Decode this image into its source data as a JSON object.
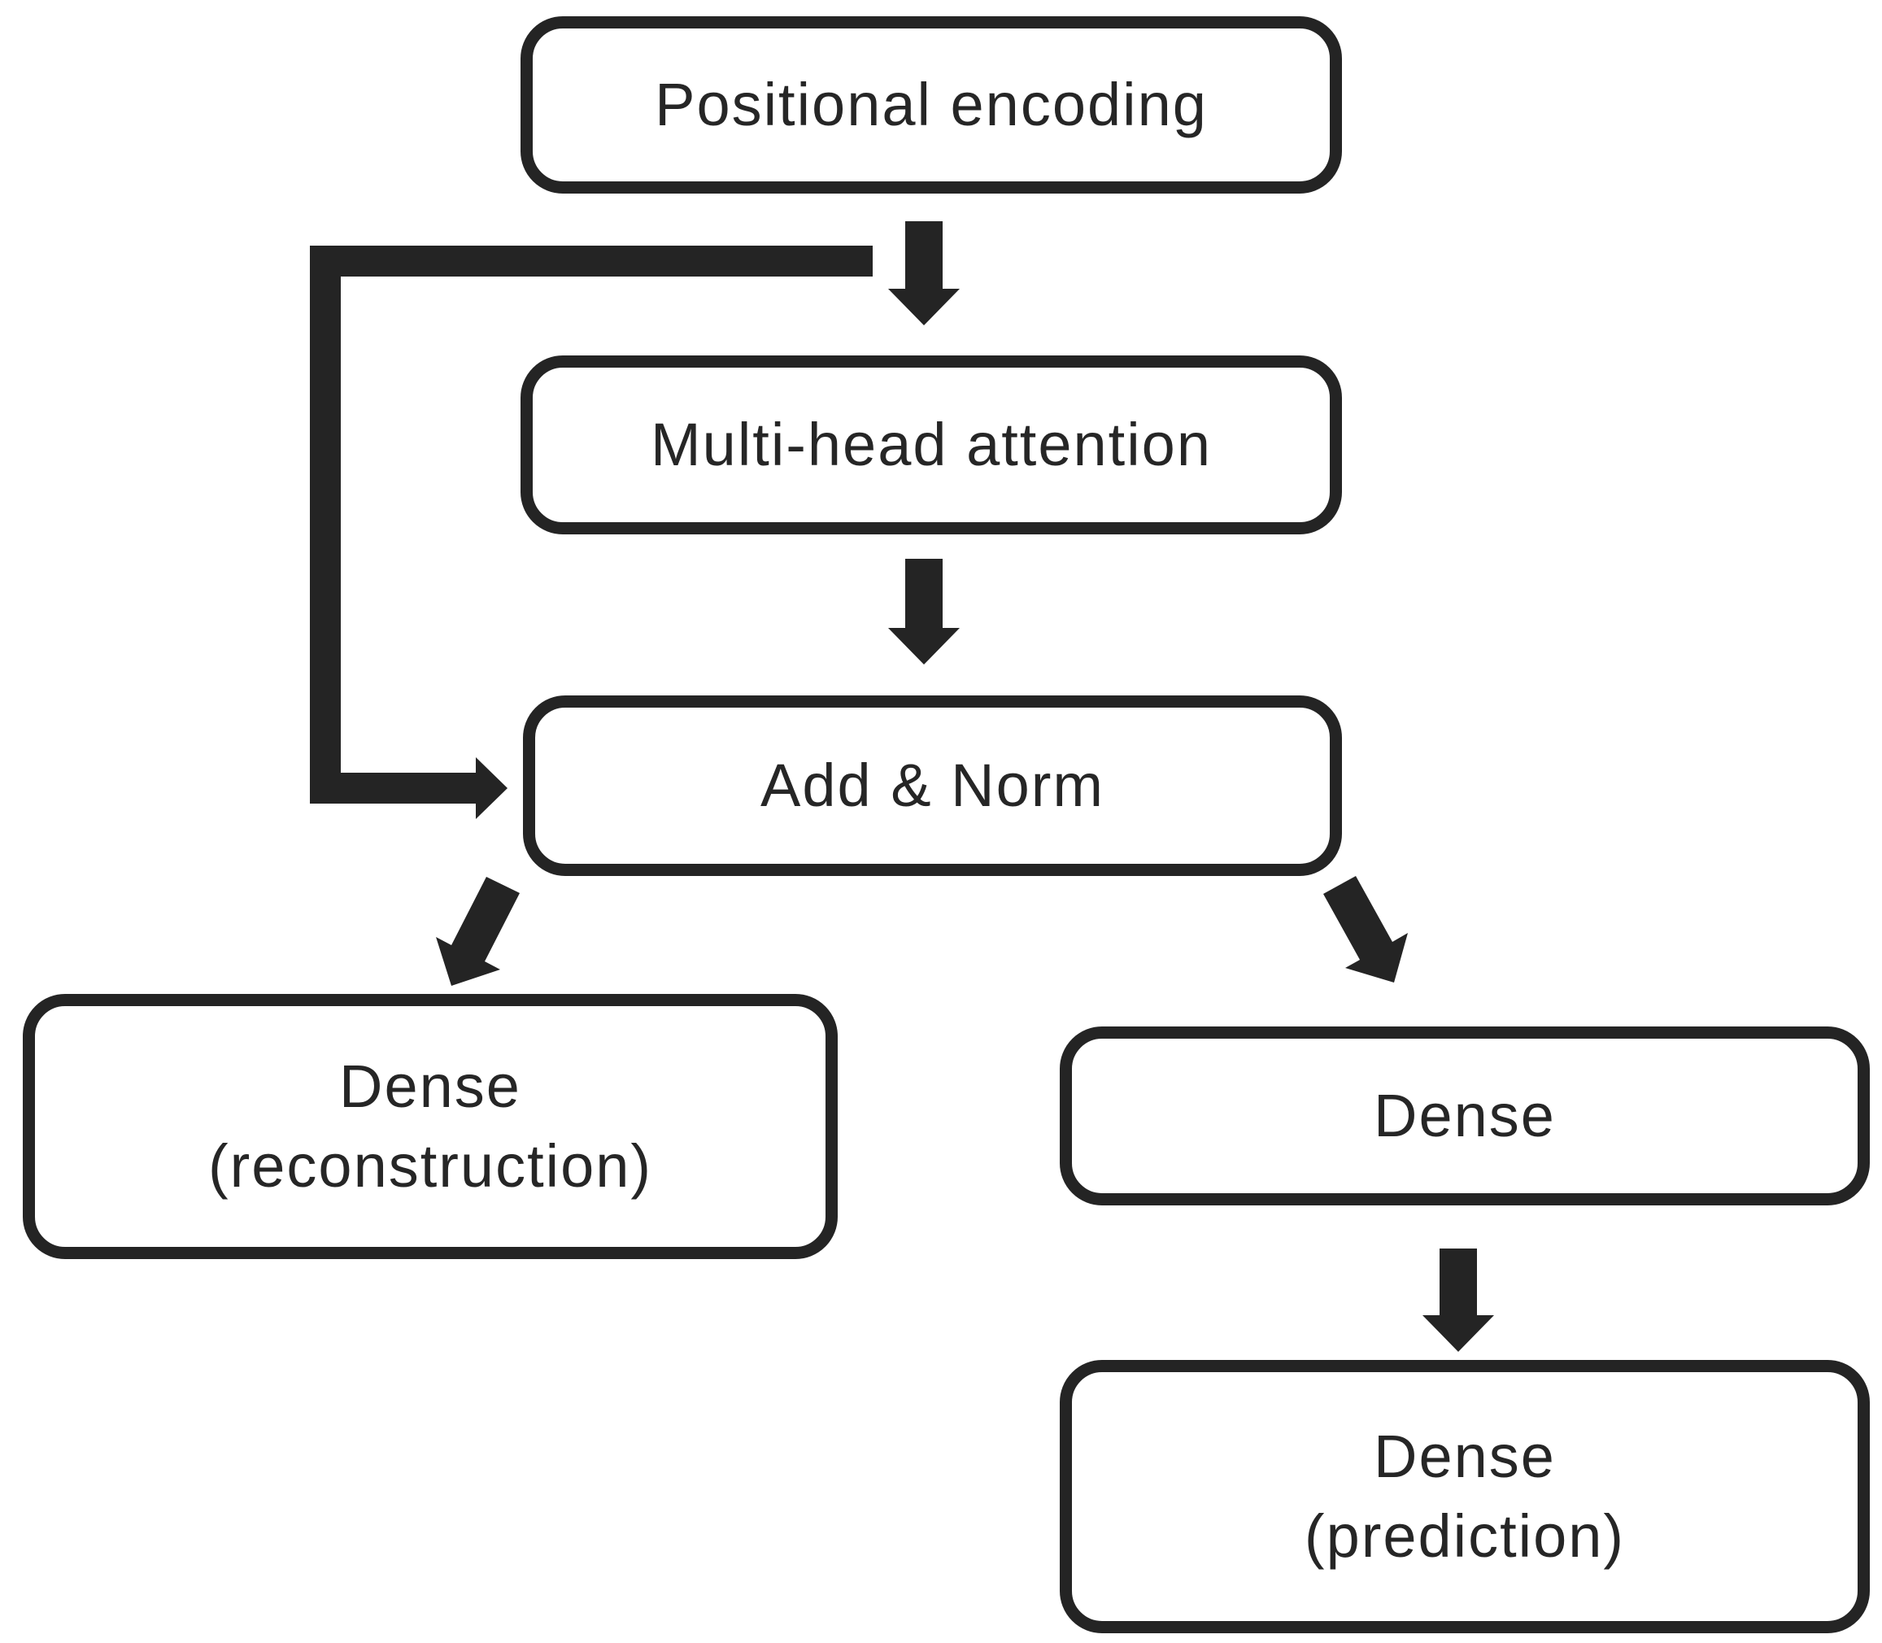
{
  "colors": {
    "ink": "#242424",
    "text": "#262626",
    "background": "#ffffff"
  },
  "diagram": {
    "type": "flowchart",
    "nodes": [
      {
        "id": "positional_encoding",
        "label": "Positional encoding"
      },
      {
        "id": "multi_head_attention",
        "label": "Multi-head attention"
      },
      {
        "id": "add_norm",
        "label": "Add & Norm"
      },
      {
        "id": "dense_reconstruction",
        "label": "Dense",
        "sublabel": "(reconstruction)"
      },
      {
        "id": "dense",
        "label": "Dense"
      },
      {
        "id": "dense_prediction",
        "label": "Dense",
        "sublabel": "(prediction)"
      }
    ],
    "edges": [
      {
        "from": "positional_encoding",
        "to": "multi_head_attention",
        "type": "block-arrow-down"
      },
      {
        "from": "multi_head_attention",
        "to": "add_norm",
        "type": "block-arrow-down"
      },
      {
        "from": "positional_encoding",
        "to": "add_norm",
        "type": "skip-connection-elbow"
      },
      {
        "from": "add_norm",
        "to": "dense_reconstruction",
        "type": "block-arrow-diagonal-left"
      },
      {
        "from": "add_norm",
        "to": "dense",
        "type": "block-arrow-diagonal-right"
      },
      {
        "from": "dense",
        "to": "dense_prediction",
        "type": "block-arrow-down"
      }
    ]
  }
}
